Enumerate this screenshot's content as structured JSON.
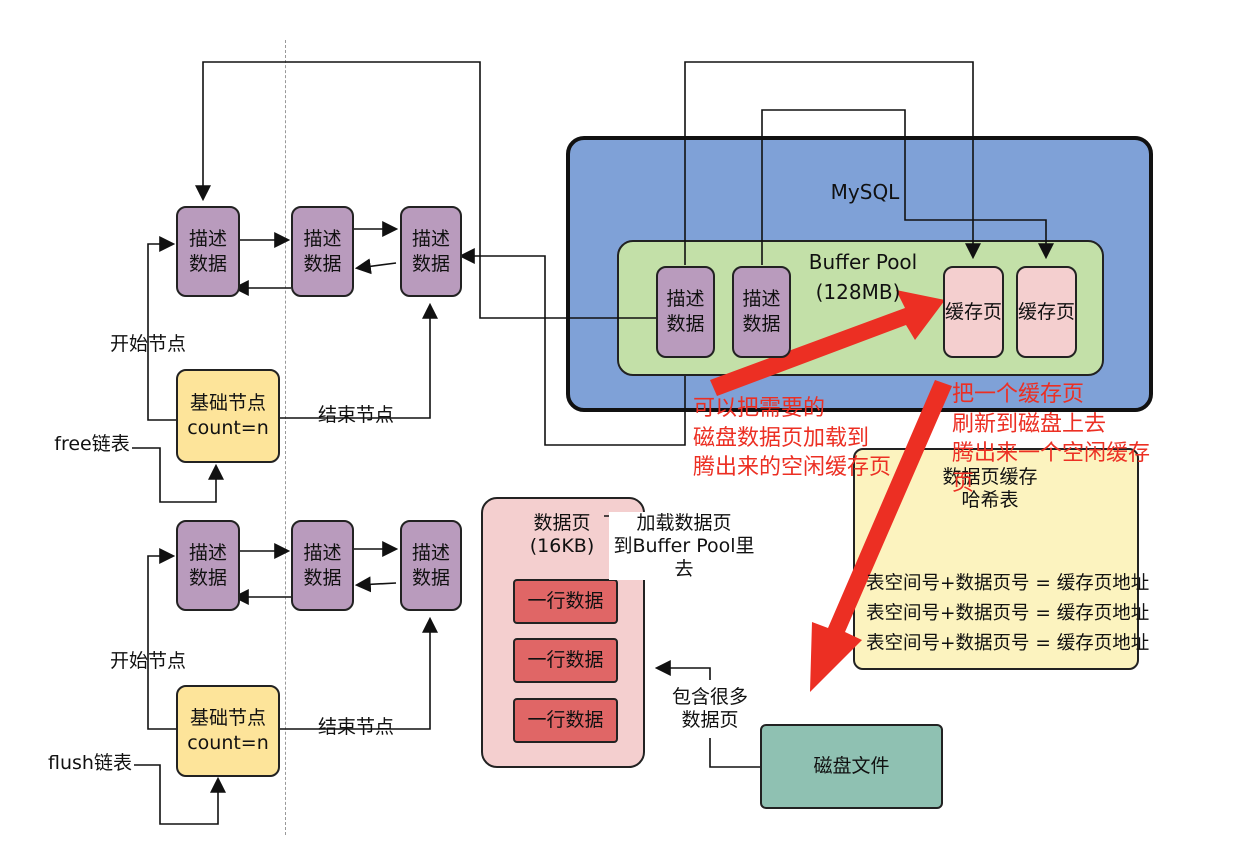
{
  "mysql": {
    "title": "MySQL"
  },
  "buffer_pool": {
    "title": "Buffer Pool",
    "size": "(128MB)"
  },
  "bp_desc_blocks": [
    "描述\n数据",
    "描述\n数据"
  ],
  "cache_pages": [
    "缓存页",
    "缓存页"
  ],
  "free_list": {
    "name": "free链表",
    "nodes": [
      "描述\n数据",
      "描述\n数据",
      "描述\n数据"
    ],
    "start_label": "开始节点",
    "end_label": "结束节点",
    "base_node": "基础节点\ncount=n"
  },
  "flush_list": {
    "name": "flush链表",
    "nodes": [
      "描述\n数据",
      "描述\n数据",
      "描述\n数据"
    ],
    "start_label": "开始节点",
    "end_label": "结束节点",
    "base_node": "基础节点\ncount=n"
  },
  "data_page": {
    "title": "数据页\n(16KB)",
    "rows": [
      "一行数据",
      "一行数据",
      "一行数据"
    ],
    "load_label": "加载数据页\n到Buffer Pool里去"
  },
  "disk": {
    "label": "磁盘文件",
    "contains_label": "包含很多\n数据页"
  },
  "hash_table": {
    "title": "数据页缓存\n哈希表",
    "entries": [
      "表空间号+数据页号 = 缓存页地址",
      "表空间号+数据页号 = 缓存页地址",
      "表空间号+数据页号 = 缓存页地址"
    ]
  },
  "annotations": {
    "load_note": "可以把需要的\n磁盘数据页加载到\n腾出来的空闲缓存页",
    "flush_note": "把一个缓存页\n刷新到磁盘上去\n腾出来一个空闲缓存页"
  },
  "colors": {
    "mysql_bg": "#7fa1d7",
    "buffer_pool_bg": "#c3e0a8",
    "desc_block": "#b99bbd",
    "base_node": "#fde49a",
    "cache_page": "#f4cfcf",
    "row": "#e06666",
    "disk": "#8fc1b2",
    "hash_bg": "#fcf3bf",
    "annotation": "#ec2f23"
  }
}
